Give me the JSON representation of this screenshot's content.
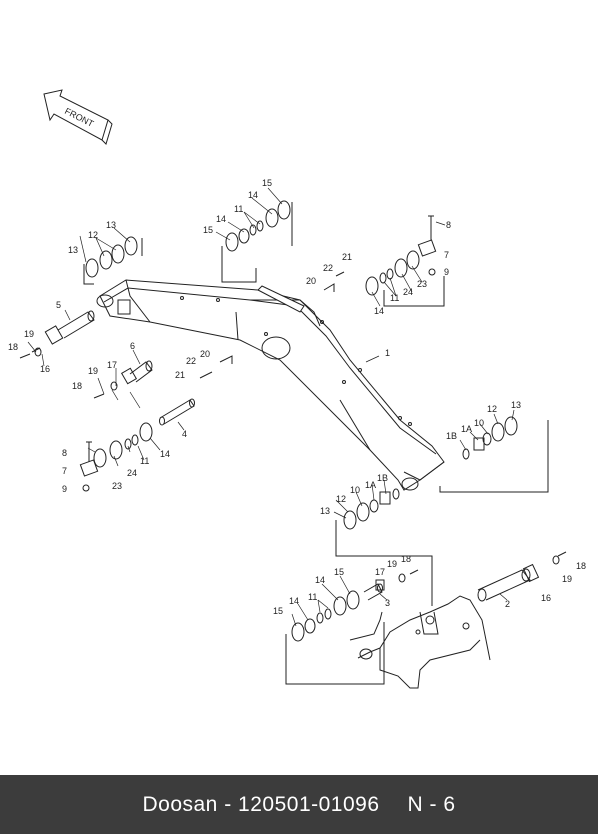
{
  "footer": {
    "brand": "Doosan",
    "separator": "-",
    "part_number": "120501-01096",
    "page_ref": "N - 6"
  },
  "front_label": "FRONT",
  "callouts": {
    "c1": "1",
    "c2": "2",
    "c3": "3",
    "c4": "4",
    "c5": "5",
    "c6": "6",
    "c7a": "7",
    "c7b": "7",
    "c8a": "8",
    "c8b": "8",
    "c9a": "9",
    "c9b": "9",
    "c10a": "10",
    "c10b": "10",
    "c11a": "11",
    "c11b": "11",
    "c11c": "11",
    "c11d": "11",
    "c12a": "12",
    "c12b": "12",
    "c12c": "12",
    "c13a": "13",
    "c13b": "13",
    "c13c": "13",
    "c13d": "13",
    "c14a": "14",
    "c14b": "14",
    "c14c": "14",
    "c14d": "14",
    "c14e": "14",
    "c14f": "14",
    "c15a": "15",
    "c15b": "15",
    "c15c": "15",
    "c15d": "15",
    "c16a": "16",
    "c16b": "16",
    "c17a": "17",
    "c17b": "17",
    "c18a": "18",
    "c18b": "18",
    "c18c": "18",
    "c18d": "18",
    "c19a": "19",
    "c19b": "19",
    "c19c": "19",
    "c19d": "19",
    "c20a": "20",
    "c20b": "20",
    "c21a": "21",
    "c21b": "21",
    "c22a": "22",
    "c22b": "22",
    "c23a": "23",
    "c23b": "23",
    "c24a": "24",
    "c24b": "24",
    "c1Aa": "1A",
    "c1Ab": "1A",
    "c1Ba": "1B",
    "c1Bb": "1B"
  },
  "colors": {
    "line": "#222222",
    "footer_bg": "#3c3c3c",
    "footer_text": "#ffffff"
  }
}
